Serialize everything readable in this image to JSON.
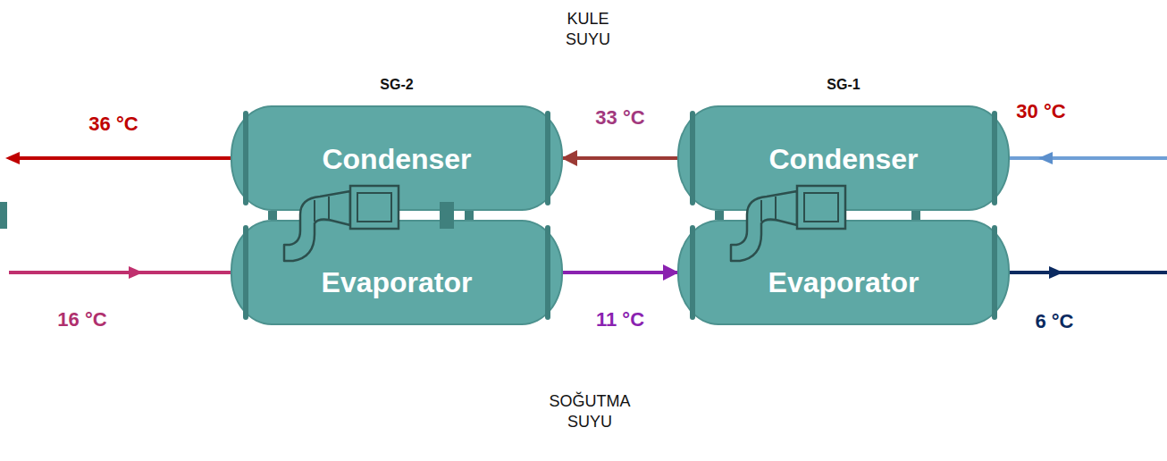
{
  "diagram": {
    "nodes": [
      {
        "text": [
          "SG-2",
          "Condenser"
        ]
      },
      {
        "text": [
          "Evaporator"
        ]
      },
      {
        "text": [
          "SG-1",
          "Condenser"
        ]
      },
      {
        "text": [
          "Evaporator"
        ]
      }
    ],
    "edges": [
      {
        "from": 2,
        "to": 0,
        "arrow": "to",
        "label": "33 °C"
      },
      {
        "from": 1,
        "to": 3,
        "arrow": "to",
        "label": "11 °C"
      }
    ],
    "labels": [
      "KULE SUYU",
      "36 °C",
      "30 °C",
      "16 °C",
      "6 °C",
      "SOĞUTMA SUYU"
    ]
  }
}
